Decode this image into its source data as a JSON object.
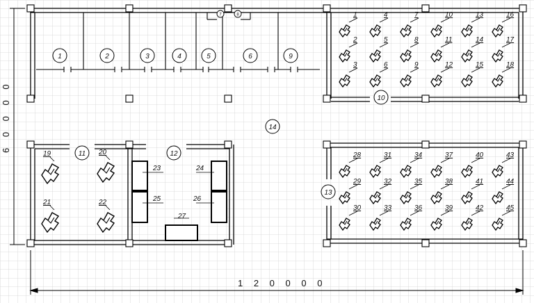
{
  "dimensions": {
    "width_label": "1 2 0 0 0 0",
    "height_label": "6 0 0 0 0"
  },
  "rooms": [
    {
      "id": "1",
      "label": "1"
    },
    {
      "id": "2",
      "label": "2"
    },
    {
      "id": "3",
      "label": "3"
    },
    {
      "id": "4",
      "label": "4"
    },
    {
      "id": "5",
      "label": "5"
    },
    {
      "id": "6",
      "label": "6"
    },
    {
      "id": "9",
      "label": "9"
    },
    {
      "id": "10",
      "label": "10"
    },
    {
      "id": "11",
      "label": "11"
    },
    {
      "id": "12",
      "label": "12"
    },
    {
      "id": "13",
      "label": "13"
    },
    {
      "id": "14",
      "label": "14"
    }
  ],
  "small_markers": [
    "7",
    "8"
  ],
  "workstations_top": [
    "1",
    "2",
    "3",
    "4",
    "5",
    "6",
    "7",
    "8",
    "9",
    "10",
    "11",
    "12",
    "13",
    "14",
    "15",
    "16",
    "17",
    "18"
  ],
  "workstations_bottom": [
    "28",
    "29",
    "30",
    "31",
    "32",
    "33",
    "34",
    "35",
    "36",
    "37",
    "38",
    "39",
    "40",
    "41",
    "42",
    "43",
    "44",
    "45"
  ],
  "workstations_left": [
    "19",
    "20",
    "21",
    "22"
  ],
  "furniture": [
    "23",
    "24",
    "25",
    "26",
    "27"
  ]
}
